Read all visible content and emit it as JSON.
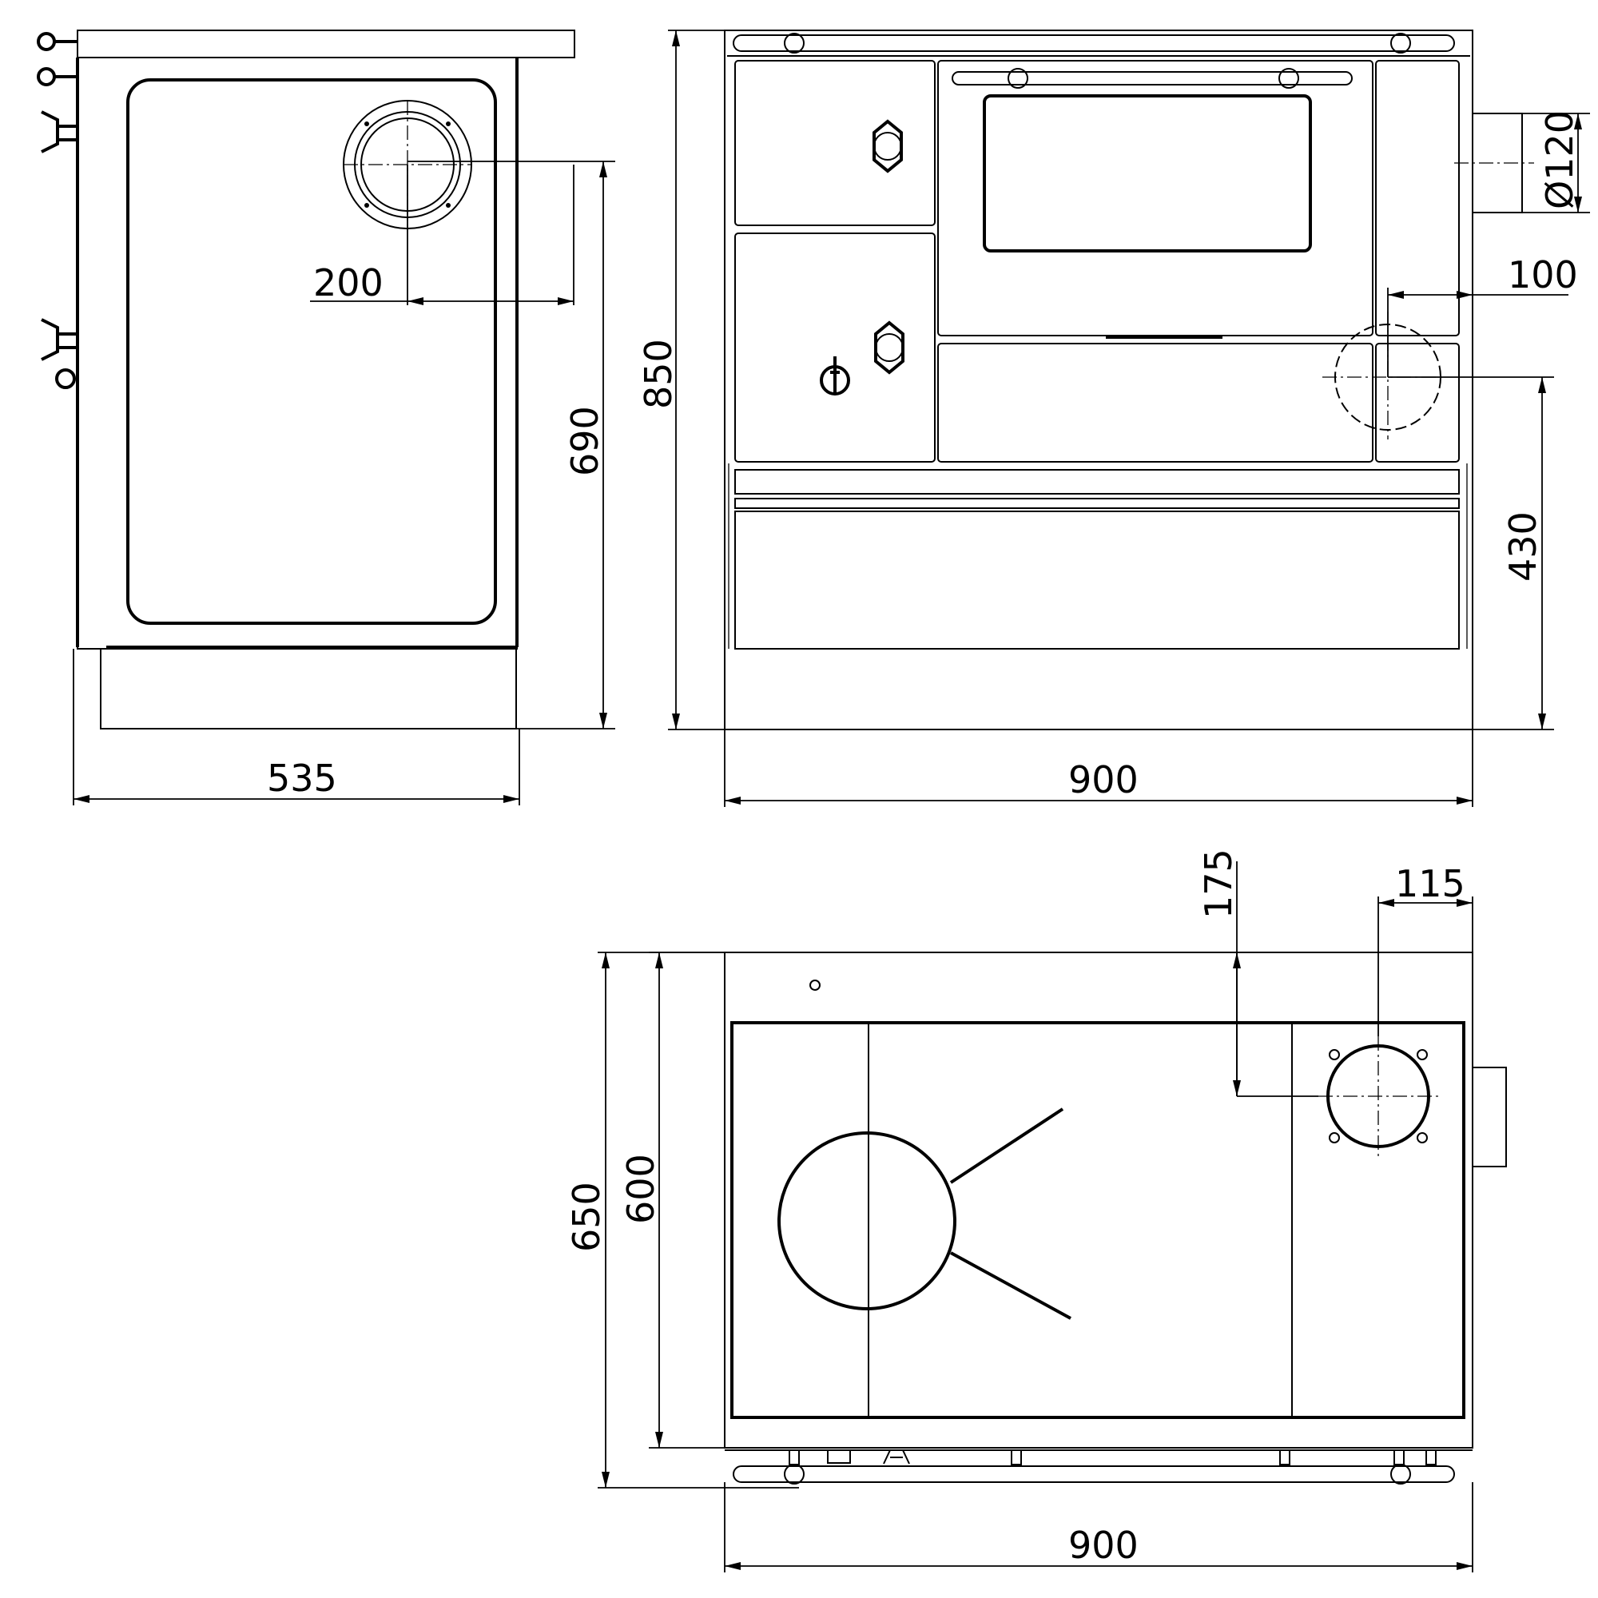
{
  "drawing": {
    "side_view": {
      "depth_total": "535",
      "flue_height": "690",
      "flue_offset": "200"
    },
    "front_view": {
      "height_total": "850",
      "width_total": "900",
      "flue_diameter": "Ø120",
      "flue_side_offset": "100",
      "flue_side_height": "430"
    },
    "top_view": {
      "depth_total": "650",
      "depth_inner": "600",
      "width_total": "900",
      "flue_offset_back": "175",
      "flue_offset_side": "115"
    }
  }
}
